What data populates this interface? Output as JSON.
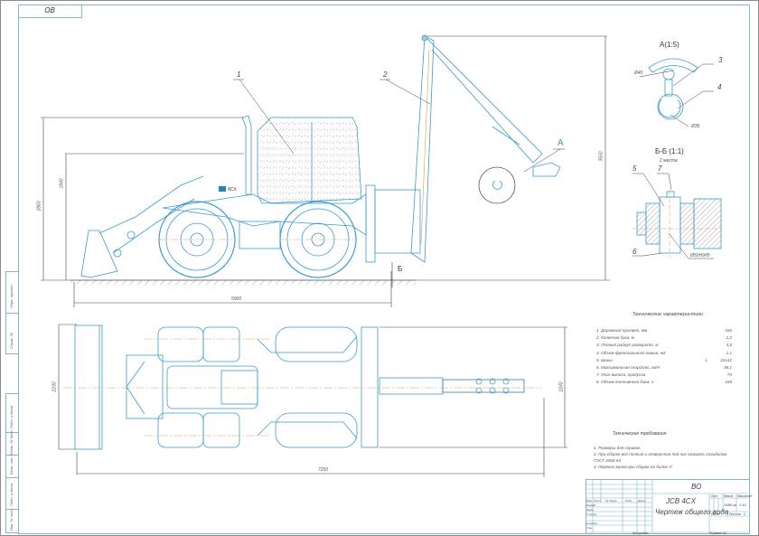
{
  "sheet": {
    "corner_stamp": "ОВ",
    "accent_color": "#3a9bd0",
    "frame_color": "#7fb8c8",
    "centerline_color": "#e0a040"
  },
  "side_view": {
    "callouts": [
      "1",
      "2",
      "A"
    ],
    "section_marker": "Б",
    "badge": "4CX",
    "dims": {
      "total_height": "2860",
      "cab_height": "1840",
      "length": "5900",
      "boom_height": "3550"
    }
  },
  "top_view": {
    "dims": {
      "left_width": "2230",
      "right_width": "2240",
      "overall_length": "7200"
    }
  },
  "detail_a": {
    "title": "А(1:5)",
    "callouts": [
      "3",
      "4"
    ],
    "dims": [
      "Ø40",
      "Ø35"
    ]
  },
  "section_bb": {
    "title": "Б-Б (1:1)",
    "subtitle": "2 места",
    "callouts": [
      "5",
      "7",
      "6"
    ],
    "fit": "Ø50H9/f9"
  },
  "tech_specs": {
    "title": "Технические характеристики",
    "rows": [
      {
        "label": "1. Дорожный просвет, мм",
        "mid": "",
        "value": "340"
      },
      {
        "label": "2. Колесная база, м",
        "mid": "",
        "value": "2,2"
      },
      {
        "label": "3. Полный радиус разворота, м",
        "mid": "",
        "value": "4,6"
      },
      {
        "label": "4. Объем фронтального ковша, м3",
        "mid": "",
        "value": "1,1"
      },
      {
        "label": "5. Шины",
        "mid": "1",
        "value": "24х12"
      },
      {
        "label": "6. Максимальная скорость, км/ч",
        "mid": "",
        "value": "38,1"
      },
      {
        "label": "7. Угол выноса, градусов",
        "mid": "",
        "value": "74"
      },
      {
        "label": "8. Объем топливного бака, л",
        "mid": "",
        "value": "160"
      }
    ]
  },
  "tech_requirements": {
    "title": "Технические требования",
    "items": [
      "1. Размеры для справок.",
      "2. При сборке все полные и отверстия под них смазать солидолом ГОСТ 4366-64",
      "3. Перекос валов при сборке не более 3°"
    ]
  },
  "title_block": {
    "doc_code": "ВО",
    "product": "JCB 4CX",
    "drawing_name": "Чертеж общего вида",
    "col_lit": "Лит.",
    "col_mass": "Масса",
    "col_scale": "Масштаб",
    "mass": "2680 кг",
    "scale": "1:10",
    "sheet_label": "Лист",
    "sheets_label": "Листов",
    "sheets_value": "1",
    "header_cols": [
      "Изм.",
      "Лист",
      "№ докум.",
      "Подп.",
      "Дата"
    ],
    "roles": [
      "Разраб.",
      "Пров.",
      "Т.контр.",
      "Н.контр.",
      "Утв."
    ],
    "copied": "Копировал",
    "format": "Формат  А1"
  },
  "side_stamps": {
    "upper": [
      "Перв. примен.",
      "Справ. №"
    ],
    "lower": [
      "Подп. и дата",
      "Инв. № дубл.",
      "Взам. инв. №",
      "Подп. и дата",
      "Инв. № подл."
    ]
  }
}
